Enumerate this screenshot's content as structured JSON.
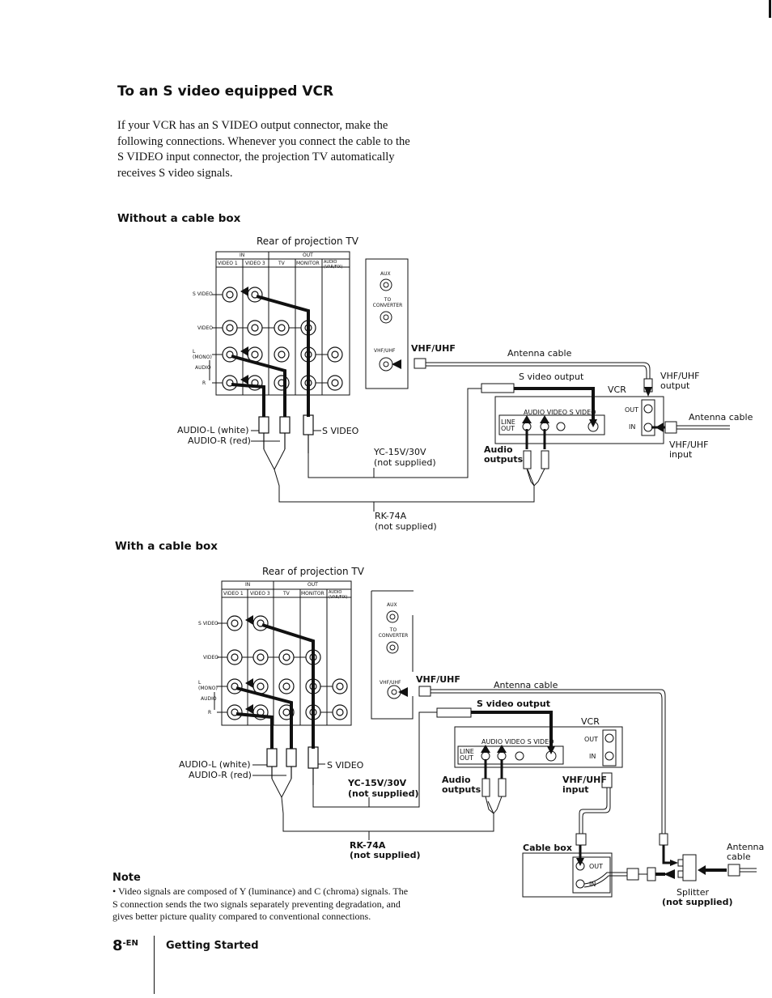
{
  "title": "To an S video equipped VCR",
  "intro": "If your VCR has an S VIDEO output connector, make the following connections. Whenever you connect the cable to the S VIDEO input connector, the projection TV automatically receives S video signals.",
  "diagram1": {
    "heading": "Without a cable box",
    "rear_label": "Rear of projection TV",
    "in": "IN",
    "out": "OUT",
    "col_video1": "VIDEO 1",
    "col_video3": "VIDEO 3",
    "col_tv": "TV",
    "col_monitor": "MONITOR",
    "col_audio": "AUDIO (VAR/FIX)",
    "row_svideo": "S VIDEO",
    "row_video": "VIDEO",
    "row_l": "L (MONO)",
    "row_audio": "AUDIO",
    "row_r": "R",
    "aux": "AUX",
    "to_converter": "TO CONVERTER",
    "vhfuhf_small": "VHF/UHF",
    "vhfuhf": "VHF/UHF",
    "antenna_cable_top": "Antenna cable",
    "svideo_output": "S video output",
    "vcr": "VCR",
    "vhfuhf_output": "VHF/UHF output",
    "vcr_audio_video_s": "AUDIO VIDEO S VIDEO",
    "vcr_line_out": "LINE OUT",
    "vcr_out": "OUT",
    "vcr_in": "IN",
    "antenna_cable_right": "Antenna cable",
    "vhfuhf_input": "VHF/UHF input",
    "audio_l_white": "AUDIO-L (white)",
    "audio_r_red": "AUDIO-R (red)",
    "s_video": "S VIDEO",
    "yc_cable": "YC-15V/30V",
    "yc_not_supplied": "(not supplied)",
    "audio_outputs": "Audio outputs",
    "rk_cable": "RK-74A",
    "rk_not_supplied": "(not supplied)"
  },
  "diagram2": {
    "heading": "With a cable box",
    "rear_label": "Rear of projection TV",
    "in": "IN",
    "out": "OUT",
    "col_video1": "VIDEO 1",
    "col_video3": "VIDEO 3",
    "col_tv": "TV",
    "col_monitor": "MONITOR",
    "col_audio": "AUDIO (VAR/FIX)",
    "row_svideo": "S VIDEO",
    "row_video": "VIDEO",
    "row_l": "L (MONO)",
    "row_audio": "AUDIO",
    "row_r": "R",
    "aux": "AUX",
    "to_converter": "TO CONVERTER",
    "vhfuhf_small": "VHF/UHF",
    "vhfuhf": "VHF/UHF",
    "antenna_cable_top": "Antenna cable",
    "svideo_output": "S video output",
    "vcr": "VCR",
    "vcr_audio_video_s": "AUDIO VIDEO S VIDEO",
    "vcr_line_out": "LINE OUT",
    "vcr_out": "OUT",
    "vcr_in": "IN",
    "audio_l_white": "AUDIO-L (white)",
    "audio_r_red": "AUDIO-R (red)",
    "s_video": "S VIDEO",
    "yc_cable": "YC-15V/30V",
    "yc_not_supplied": "(not supplied)",
    "audio_outputs": "Audio outputs",
    "vhfuhf_input": "VHF/UHF input",
    "rk_cable": "RK-74A",
    "rk_not_supplied": "(not supplied)",
    "cable_box": "Cable box",
    "cb_out": "OUT",
    "cb_in": "IN",
    "antenna_cable": "Antenna cable",
    "splitter": "Splitter",
    "splitter_not_supplied": "(not supplied)"
  },
  "note": {
    "heading": "Note",
    "bullet": "• Video signals are composed of Y (luminance) and C (chroma) signals. The S connection sends the two signals separately preventing degradation, and gives better picture quality compared to conventional connections."
  },
  "footer": {
    "page_number": "8",
    "page_suffix": "-EN",
    "section": "Getting Started"
  }
}
